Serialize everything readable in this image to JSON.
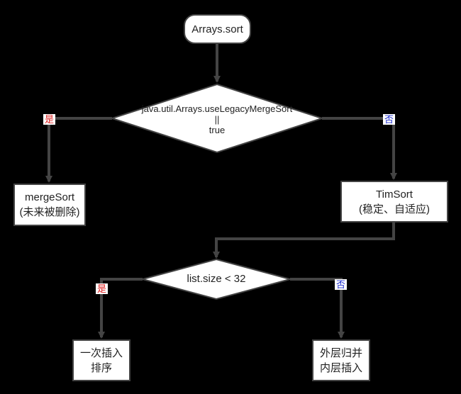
{
  "nodes": {
    "start": {
      "label": "Arrays.sort"
    },
    "legacy_check": {
      "lines": [
        "java.util.Arrays.useLegacyMergeSort",
        "||",
        "true"
      ]
    },
    "merge_sort": {
      "lines": [
        "mergeSort",
        "(未来被删除)"
      ]
    },
    "tim_sort": {
      "lines": [
        "TimSort",
        "(稳定、自适应)"
      ]
    },
    "size_check": {
      "label": "list.size < 32"
    },
    "insertion_sort": {
      "lines": [
        "一次插入",
        "排序"
      ]
    },
    "merge_inner_insert": {
      "lines": [
        "外层归并",
        "内层插入"
      ]
    }
  },
  "edge_labels": {
    "legacy_yes": "是",
    "legacy_no": "否",
    "size_yes": "是",
    "size_no": "否"
  },
  "colors": {
    "background": "#000000",
    "node_fill": "#ffffff",
    "stroke": "#444444",
    "yes_label": "#e02020",
    "no_label": "#2030d0"
  }
}
